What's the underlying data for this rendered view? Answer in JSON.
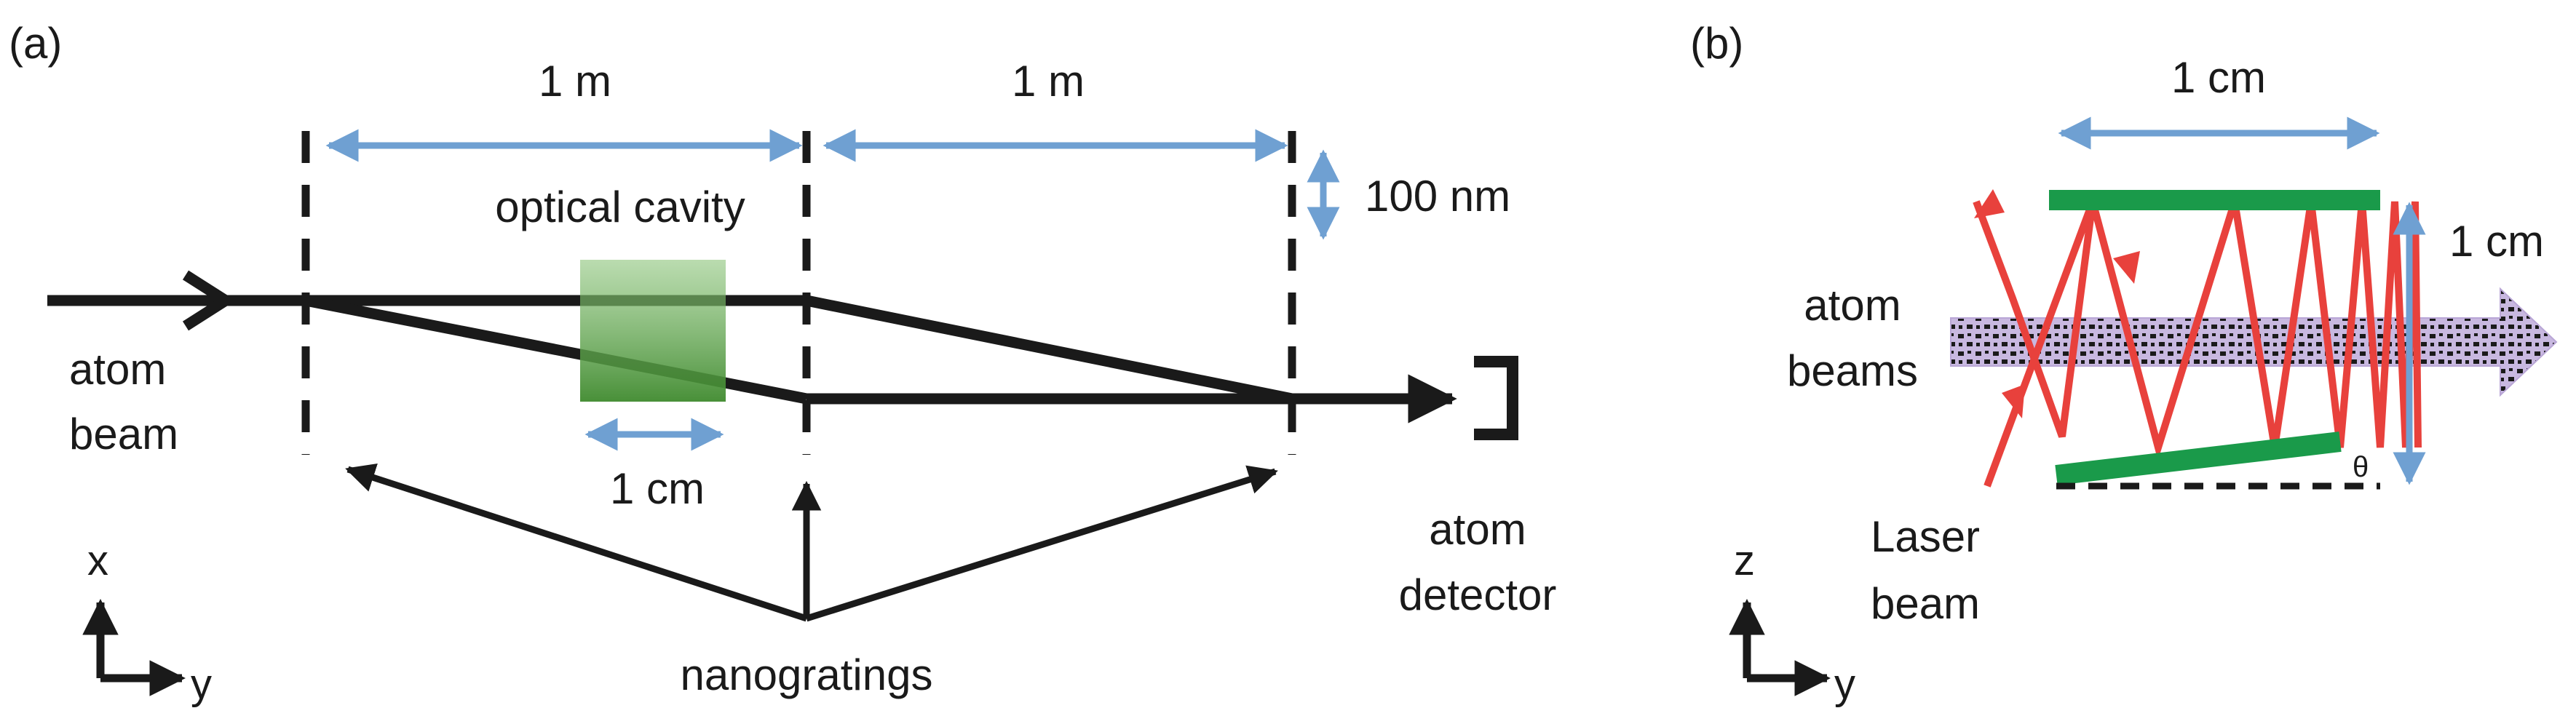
{
  "panel_a": {
    "tag": "(a)",
    "dist_left": "1 m",
    "dist_right": "1 m",
    "separation": "100 nm",
    "cavity": "optical cavity",
    "cavity_width": "1 cm",
    "beam_label_1": "atom",
    "beam_label_2": "beam",
    "detector_label_1": "atom",
    "detector_label_2": "detector",
    "gratings": "nanogratings",
    "axis_x": "x",
    "axis_y": "y"
  },
  "panel_b": {
    "tag": "(b)",
    "width": "1 cm",
    "height": "1 cm",
    "atoms_1": "atom",
    "atoms_2": "beams",
    "laser_1": "Laser",
    "laser_2": "beam",
    "angle": "θ",
    "axis_z": "z",
    "axis_y": "y"
  },
  "colors": {
    "ink": "#1a1a1a",
    "dimension_arrow": "#6fa0d2",
    "cavity": "#4e9a3a",
    "mirror": "#1a9a4a",
    "laser": "#e8413c",
    "atom_beam": "#c8b8e0"
  }
}
